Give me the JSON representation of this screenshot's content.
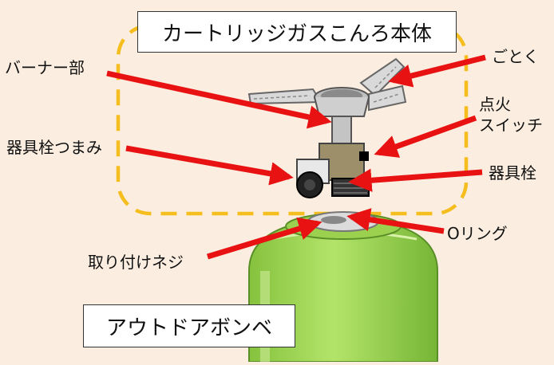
{
  "diagram": {
    "title": "カートリッジガスこんろ本体",
    "bottom_box": "アウトドアボンベ",
    "labels": {
      "burner": "バーナー部",
      "gotoku": "ごとく",
      "ignition_1": "点火",
      "ignition_2": "スイッチ",
      "knob": "器具栓つまみ",
      "valve": "器具栓",
      "oring": "Oリング",
      "screw": "取り付けネジ"
    },
    "colors": {
      "background": "#fbeee0",
      "dashed_outline": "#f5bd1d",
      "arrow": "#e81212",
      "canister_green": "#a5d957",
      "canister_dark": "#6ea830",
      "metal": "#c8c8c8",
      "brass": "#9c8f6a",
      "knob": "#222222"
    }
  }
}
